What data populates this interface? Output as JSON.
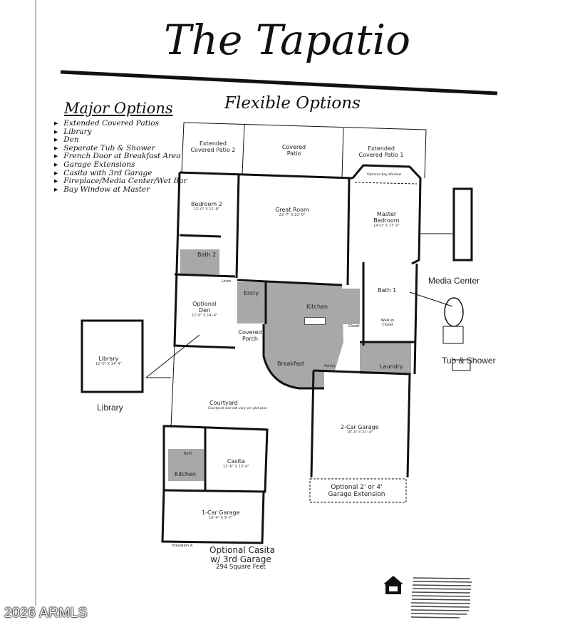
{
  "title": "The Tapatio",
  "subtitle": "Flexible Options",
  "major_options": {
    "heading": "Major Options",
    "items": [
      "Extended Covered Patios",
      "Library",
      "Den",
      "Separate Tub & Shower",
      "French Door at Breakfast Area",
      "Garage Extensions",
      "Casita with 3rd Garage",
      "Fireplace/Media Center/Wet Bar",
      "Bay Window at Master"
    ]
  },
  "rooms": {
    "patio2": "Extended Covered Patio 2",
    "patio": "Covered Patio",
    "patio1": "Extended Covered Patio 1",
    "bay_window": "Optional Bay Window",
    "bedroom2": {
      "name": "Bedroom 2",
      "dim": "12'-0\" X 12'-8\""
    },
    "great_room": {
      "name": "Great Room",
      "dim": "22'-7\" X 22'-0\""
    },
    "master": {
      "name": "Master Bedroom",
      "dim": "14'-0\" X 17'-0\""
    },
    "bath2": "Bath 2",
    "bath1": "Bath 1",
    "den": {
      "name": "Optional Den",
      "dim": "12'-0\" X 14'-4\""
    },
    "entry": "Entry",
    "kitchen": "Kitchen",
    "covered_porch": "Covered Porch",
    "breakfast": "Breakfast",
    "walk_in_closet": "Walk-in Closet",
    "laundry": "Laundry",
    "pantry": "Pantry",
    "linen": "Linen",
    "closet": "Closet",
    "courtyard": "Courtyard",
    "courtyard_note": "Courtyard size will vary per plot plan",
    "garage2": {
      "name": "2-Car Garage",
      "dim": "19'-4\" X 21'-4\""
    },
    "garage_ext": "Optional 2' or 4' Garage Extension",
    "library": {
      "name": "Library",
      "dim": "12'-0\" X 14'-4\""
    },
    "casita": {
      "name": "Casita",
      "dim": "12'-6\" X 13'-4\""
    },
    "casita_kitchen": "Kitchen",
    "casita_bath": "Bath",
    "garage1": {
      "name": "1-Car Garage",
      "dim": "19'-4\" X 9'-7\""
    },
    "elevation": "Elevation A"
  },
  "callouts": {
    "library": "Library",
    "media_center": "Media Center",
    "tub_shower": "Tub & Shower",
    "casita_line1": "Optional Casita",
    "casita_line2": "w/ 3rd Garage",
    "casita_sqft": "294 Square Feet"
  },
  "copyright": "2026 ARMLS",
  "icons": [
    "equal-housing-opportunity-logo"
  ],
  "colors": {
    "shaded_room": "#a8a8a8",
    "wall": "#111111",
    "paper": "#ffffff"
  }
}
